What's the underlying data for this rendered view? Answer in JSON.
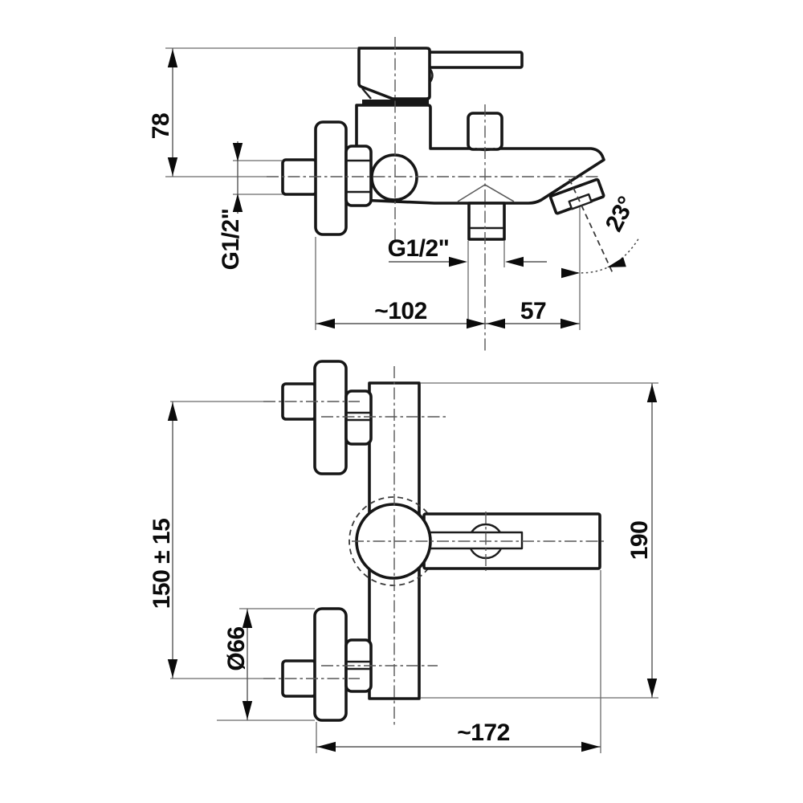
{
  "page": {
    "background": "#ffffff",
    "ink_color": "#161616"
  },
  "drawing": {
    "side_view": {
      "dim_height": "78",
      "dim_wall_thread": "G1/2\"",
      "dim_shower_thread": "G1/2\"",
      "dim_wall_to_shower_outlet": "~102",
      "dim_outlet_to_spout_tip": "57",
      "dim_spout_angle": "23°"
    },
    "front_view": {
      "dim_connection_spacing": "150 ± 15",
      "dim_flange_diameter": "Ø66",
      "dim_body_length": "190",
      "dim_total_depth": "~172"
    }
  }
}
